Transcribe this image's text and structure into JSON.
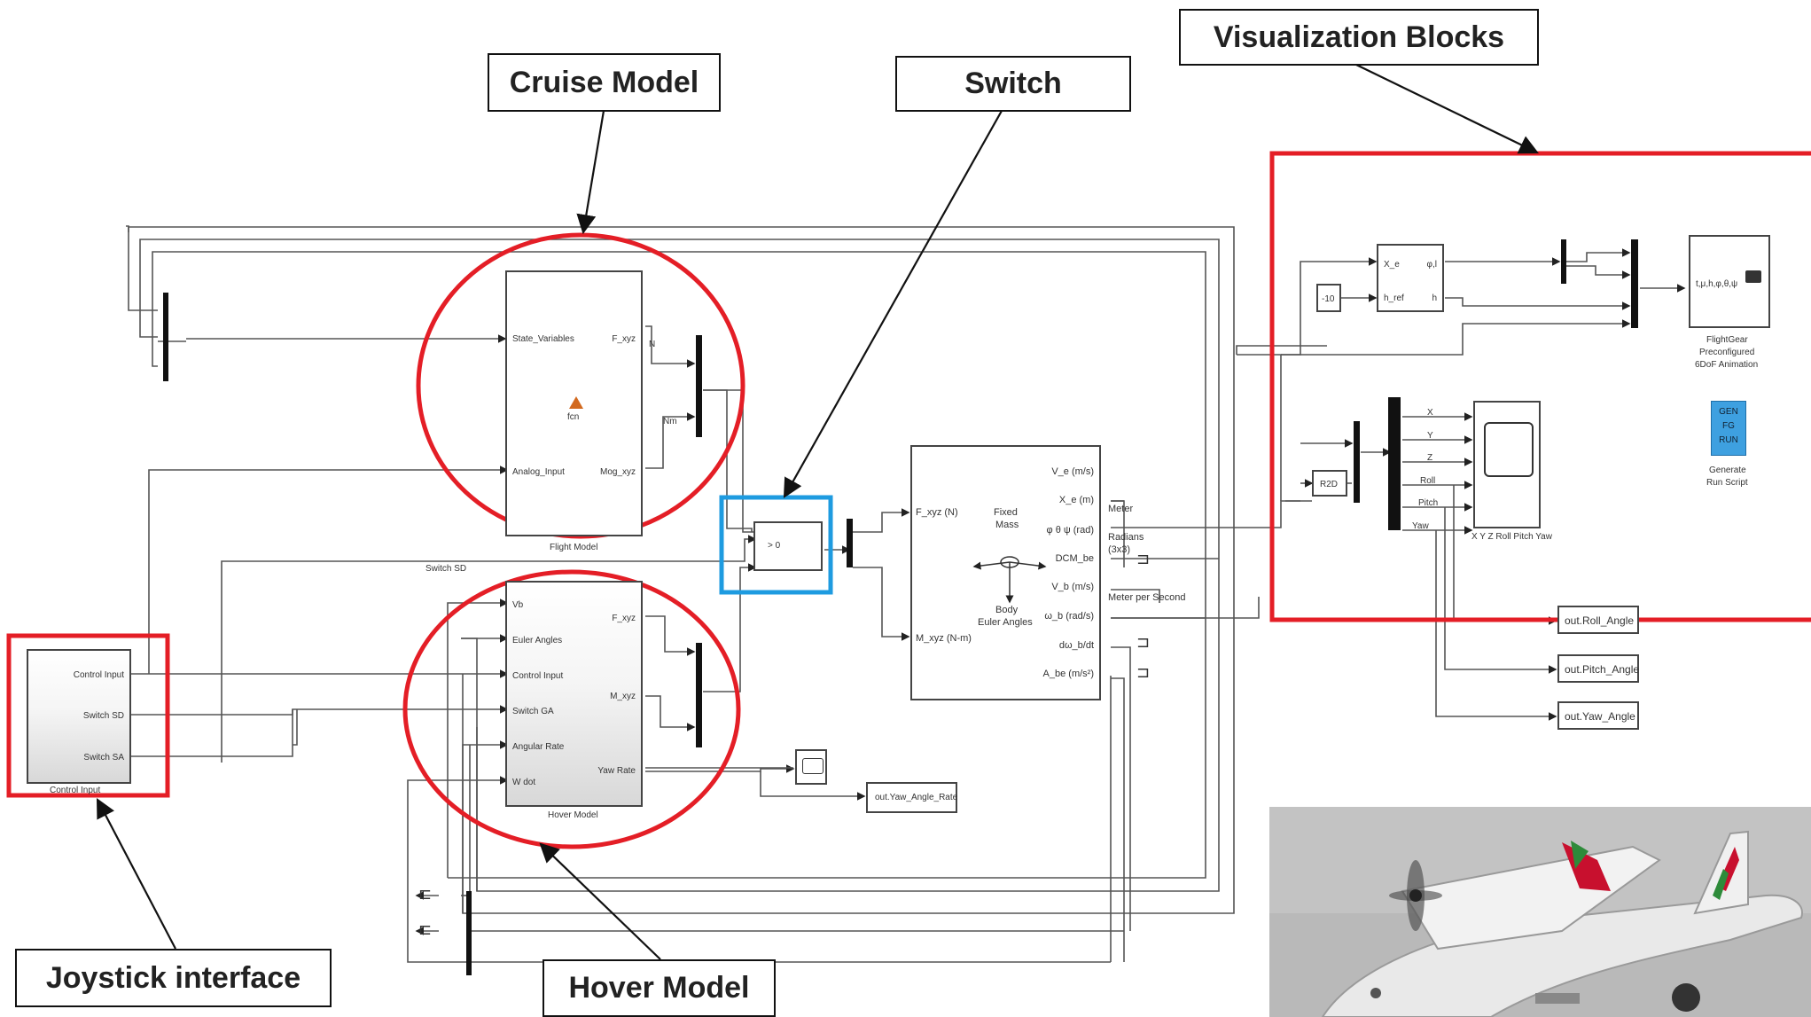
{
  "callouts": {
    "cruise": "Cruise Model",
    "switch": "Switch",
    "visualization": "Visualization Blocks",
    "joystick": "Joystick interface",
    "hover": "Hover Model"
  },
  "cruise_block": {
    "inputs": [
      "State_Variables",
      "Analog_Input"
    ],
    "outputs": [
      "F_xyz",
      "Mog_xyz"
    ],
    "out_labels": [
      "N",
      "Nm"
    ],
    "center": "fcn",
    "caption": "Flight Model"
  },
  "hover_block": {
    "inputs": [
      "Vb",
      "Euler Angles",
      "Control Input",
      "Switch GA",
      "Angular Rate",
      "W dot"
    ],
    "outputs": [
      "F_xyz",
      "M_xyz",
      "Yaw Rate"
    ],
    "caption": "Hover Model"
  },
  "joystick_block": {
    "outputs": [
      "Control Input",
      "Switch SD",
      "Switch SA"
    ],
    "caption": "Control Input"
  },
  "switch_block": {
    "threshold": "> 0"
  },
  "wire_labels": {
    "switch_sd": "Switch SD"
  },
  "six_dof": {
    "inputs": [
      "F_xyz (N)",
      "M_xyz (N-m)"
    ],
    "outputs": [
      "V_e (m/s)",
      "X_e (m)",
      "φ θ ψ (rad)",
      "DCM_be",
      "V_b (m/s)",
      "ω_b (rad/s)",
      "dω_b/dt",
      "A_be (m/s²)"
    ],
    "center": [
      "Fixed",
      "Mass",
      "Body",
      "Euler Angles"
    ],
    "wire_labels": [
      "Meter",
      "Radians",
      "(3x3)",
      "Meter per Second"
    ]
  },
  "viz": {
    "const_value": "-10",
    "rel_block_inputs": [
      "X_e",
      "h_ref"
    ],
    "rel_block_outputs": [
      "φ,l",
      "h"
    ],
    "r2d": "R2D",
    "scope_inputs": [
      "X",
      "Y",
      "Z",
      "Roll",
      "Pitch",
      "Yaw"
    ],
    "scope_caption": "X Y Z Roll Pitch Yaw",
    "flightgear_label": "t,μ,h,φ,θ,ψ",
    "flightgear_caption": [
      "FlightGear",
      "Preconfigured",
      "6DoF Animation"
    ],
    "gen_script": [
      "GEN",
      "FG",
      "RUN"
    ],
    "gen_caption": [
      "Generate",
      "Run Script"
    ]
  },
  "outputs": {
    "roll": "out.Roll_Angle",
    "pitch": "out.Pitch_Angle",
    "yaw": "out.Yaw_Angle",
    "yaw_rate": "out.Yaw_Angle_Rate"
  },
  "colors": {
    "highlight_red": "#e41e26",
    "highlight_blue": "#1e9be0",
    "gen_icon": "#3ea0e0"
  }
}
